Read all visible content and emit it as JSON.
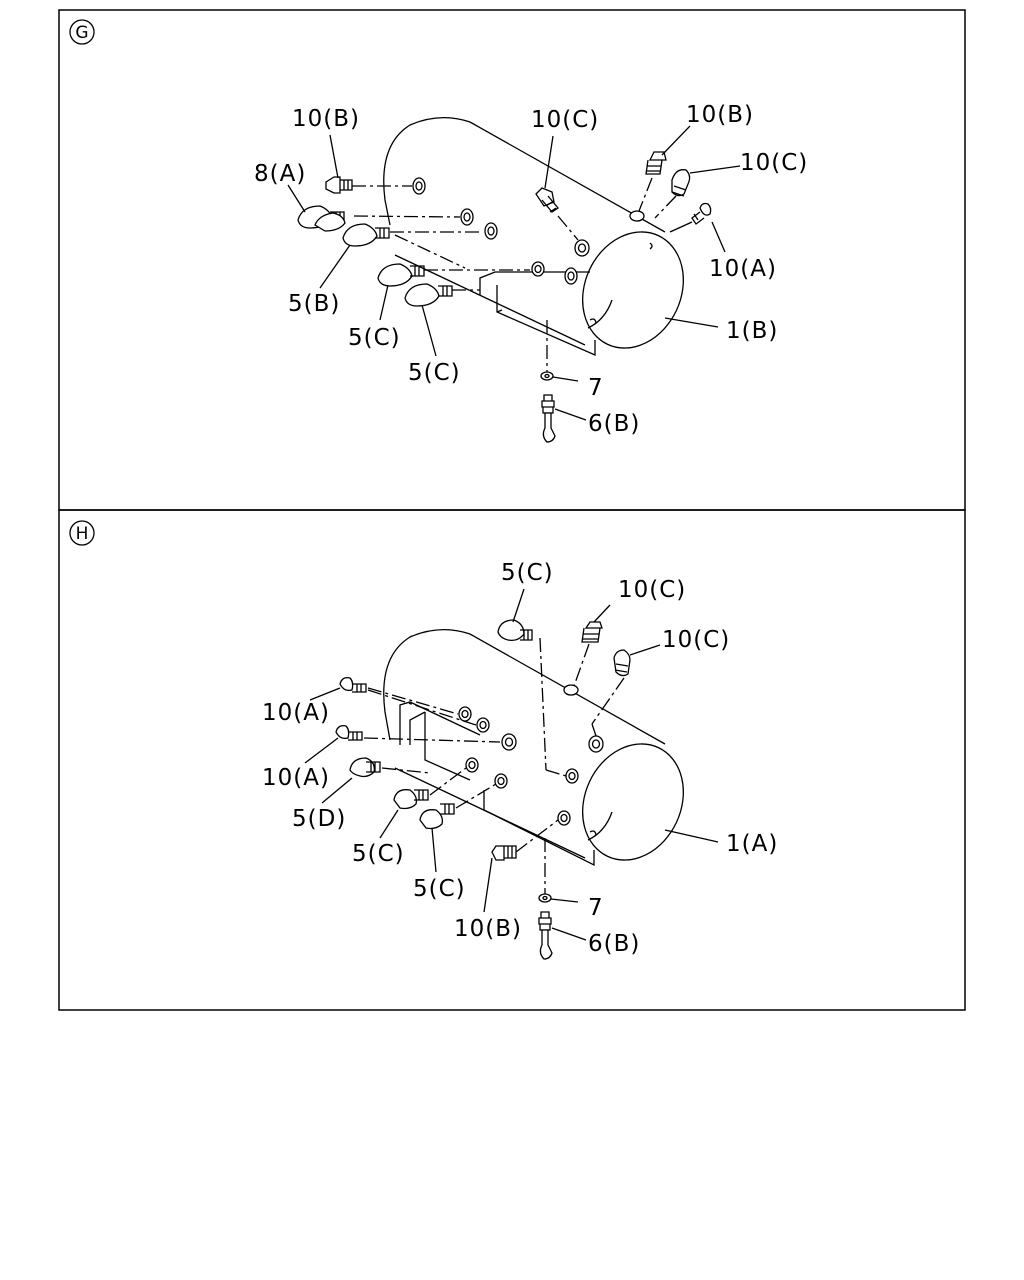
{
  "panels": [
    {
      "id": "G",
      "badge": "G",
      "labels": {
        "l10b_top": "10(B)",
        "l8a": "8(A)",
        "l10c_mid": "10(C)",
        "l10b_right": "10(B)",
        "l10c_right": "10(C)",
        "l10a": "10(A)",
        "l5b": "5(B)",
        "l5c_a": "5(C)",
        "l5c_b": "5(C)",
        "l1b": "1(B)",
        "l7": "7",
        "l6b": "6(B)"
      }
    },
    {
      "id": "H",
      "badge": "H",
      "labels": {
        "l5c_top": "5(C)",
        "l10c_a": "10(C)",
        "l10c_b": "10(C)",
        "l10a_a": "10(A)",
        "l10a_b": "10(A)",
        "l5d": "5(D)",
        "l5c_a": "5(C)",
        "l5c_b": "5(C)",
        "l1a": "1(A)",
        "l10b": "10(B)",
        "l7": "7",
        "l6b": "6(B)"
      }
    }
  ]
}
